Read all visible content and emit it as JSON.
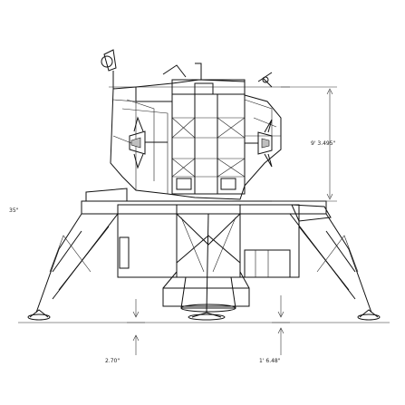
{
  "dimensions": {
    "right_height": "9' 3.495\"",
    "left_edge": "35\"",
    "bottom_left": "2.70\"",
    "bottom_right": "1' 6.48\""
  }
}
